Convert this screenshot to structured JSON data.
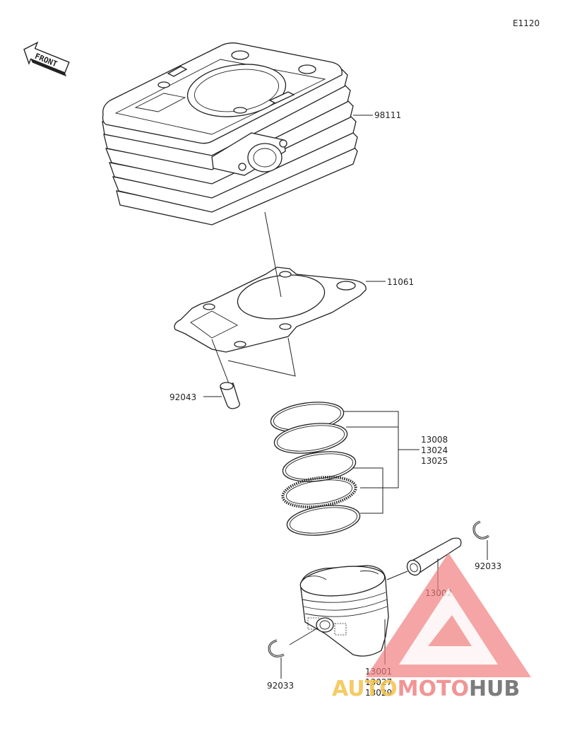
{
  "diagram_code": "E1120",
  "front_label": "FRONT",
  "parts": {
    "cylinder": "98111",
    "gasket": "11061",
    "dowel_pin": "92043",
    "rings": [
      "13008",
      "13024",
      "13025"
    ],
    "pin_clip_right": "92033",
    "piston_pin": "13002",
    "piston": [
      "13001",
      "13027",
      "13029"
    ],
    "pin_clip_left": "92033"
  },
  "watermark": {
    "part1": "AUTO",
    "part2": "MOTO",
    "part3": "HUB",
    "colors": {
      "part1": "#f2c24a",
      "part2": "#f08a8a",
      "part3": "#6e6e6e",
      "logo": "#f07a7a"
    }
  }
}
